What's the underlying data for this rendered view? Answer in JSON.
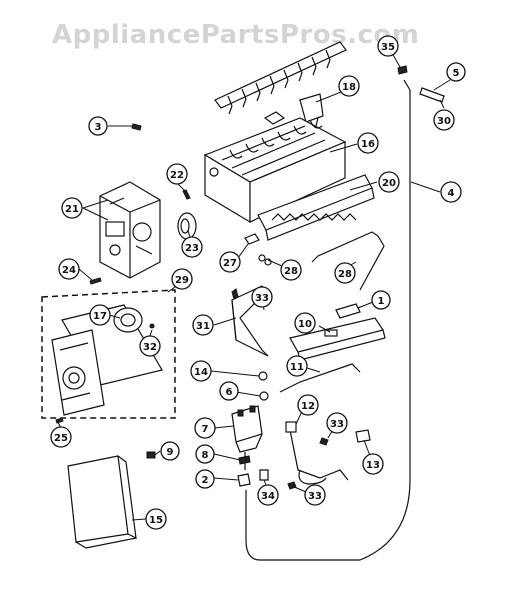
{
  "watermark": "AppliancePartsPros.com",
  "callouts": [
    {
      "id": "c1",
      "label": "1"
    },
    {
      "id": "c2",
      "label": "2"
    },
    {
      "id": "c3",
      "label": "3"
    },
    {
      "id": "c4",
      "label": "4"
    },
    {
      "id": "c5",
      "label": "5"
    },
    {
      "id": "c6",
      "label": "6"
    },
    {
      "id": "c7",
      "label": "7"
    },
    {
      "id": "c8",
      "label": "8"
    },
    {
      "id": "c9",
      "label": "9"
    },
    {
      "id": "c10",
      "label": "10"
    },
    {
      "id": "c11",
      "label": "11"
    },
    {
      "id": "c12",
      "label": "12"
    },
    {
      "id": "c13",
      "label": "13"
    },
    {
      "id": "c14",
      "label": "14"
    },
    {
      "id": "c15",
      "label": "15"
    },
    {
      "id": "c16",
      "label": "16"
    },
    {
      "id": "c17",
      "label": "17"
    },
    {
      "id": "c18",
      "label": "18"
    },
    {
      "id": "c20",
      "label": "20"
    },
    {
      "id": "c21",
      "label": "21"
    },
    {
      "id": "c22",
      "label": "22"
    },
    {
      "id": "c23",
      "label": "23"
    },
    {
      "id": "c24",
      "label": "24"
    },
    {
      "id": "c25",
      "label": "25"
    },
    {
      "id": "c27",
      "label": "27"
    },
    {
      "id": "c28a",
      "label": "28"
    },
    {
      "id": "c28b",
      "label": "28"
    },
    {
      "id": "c29",
      "label": "29"
    },
    {
      "id": "c30",
      "label": "30"
    },
    {
      "id": "c31",
      "label": "31"
    },
    {
      "id": "c32",
      "label": "32"
    },
    {
      "id": "c33a",
      "label": "33"
    },
    {
      "id": "c33b",
      "label": "33"
    },
    {
      "id": "c33c",
      "label": "33"
    },
    {
      "id": "c34",
      "label": "34"
    },
    {
      "id": "c35",
      "label": "35"
    }
  ]
}
